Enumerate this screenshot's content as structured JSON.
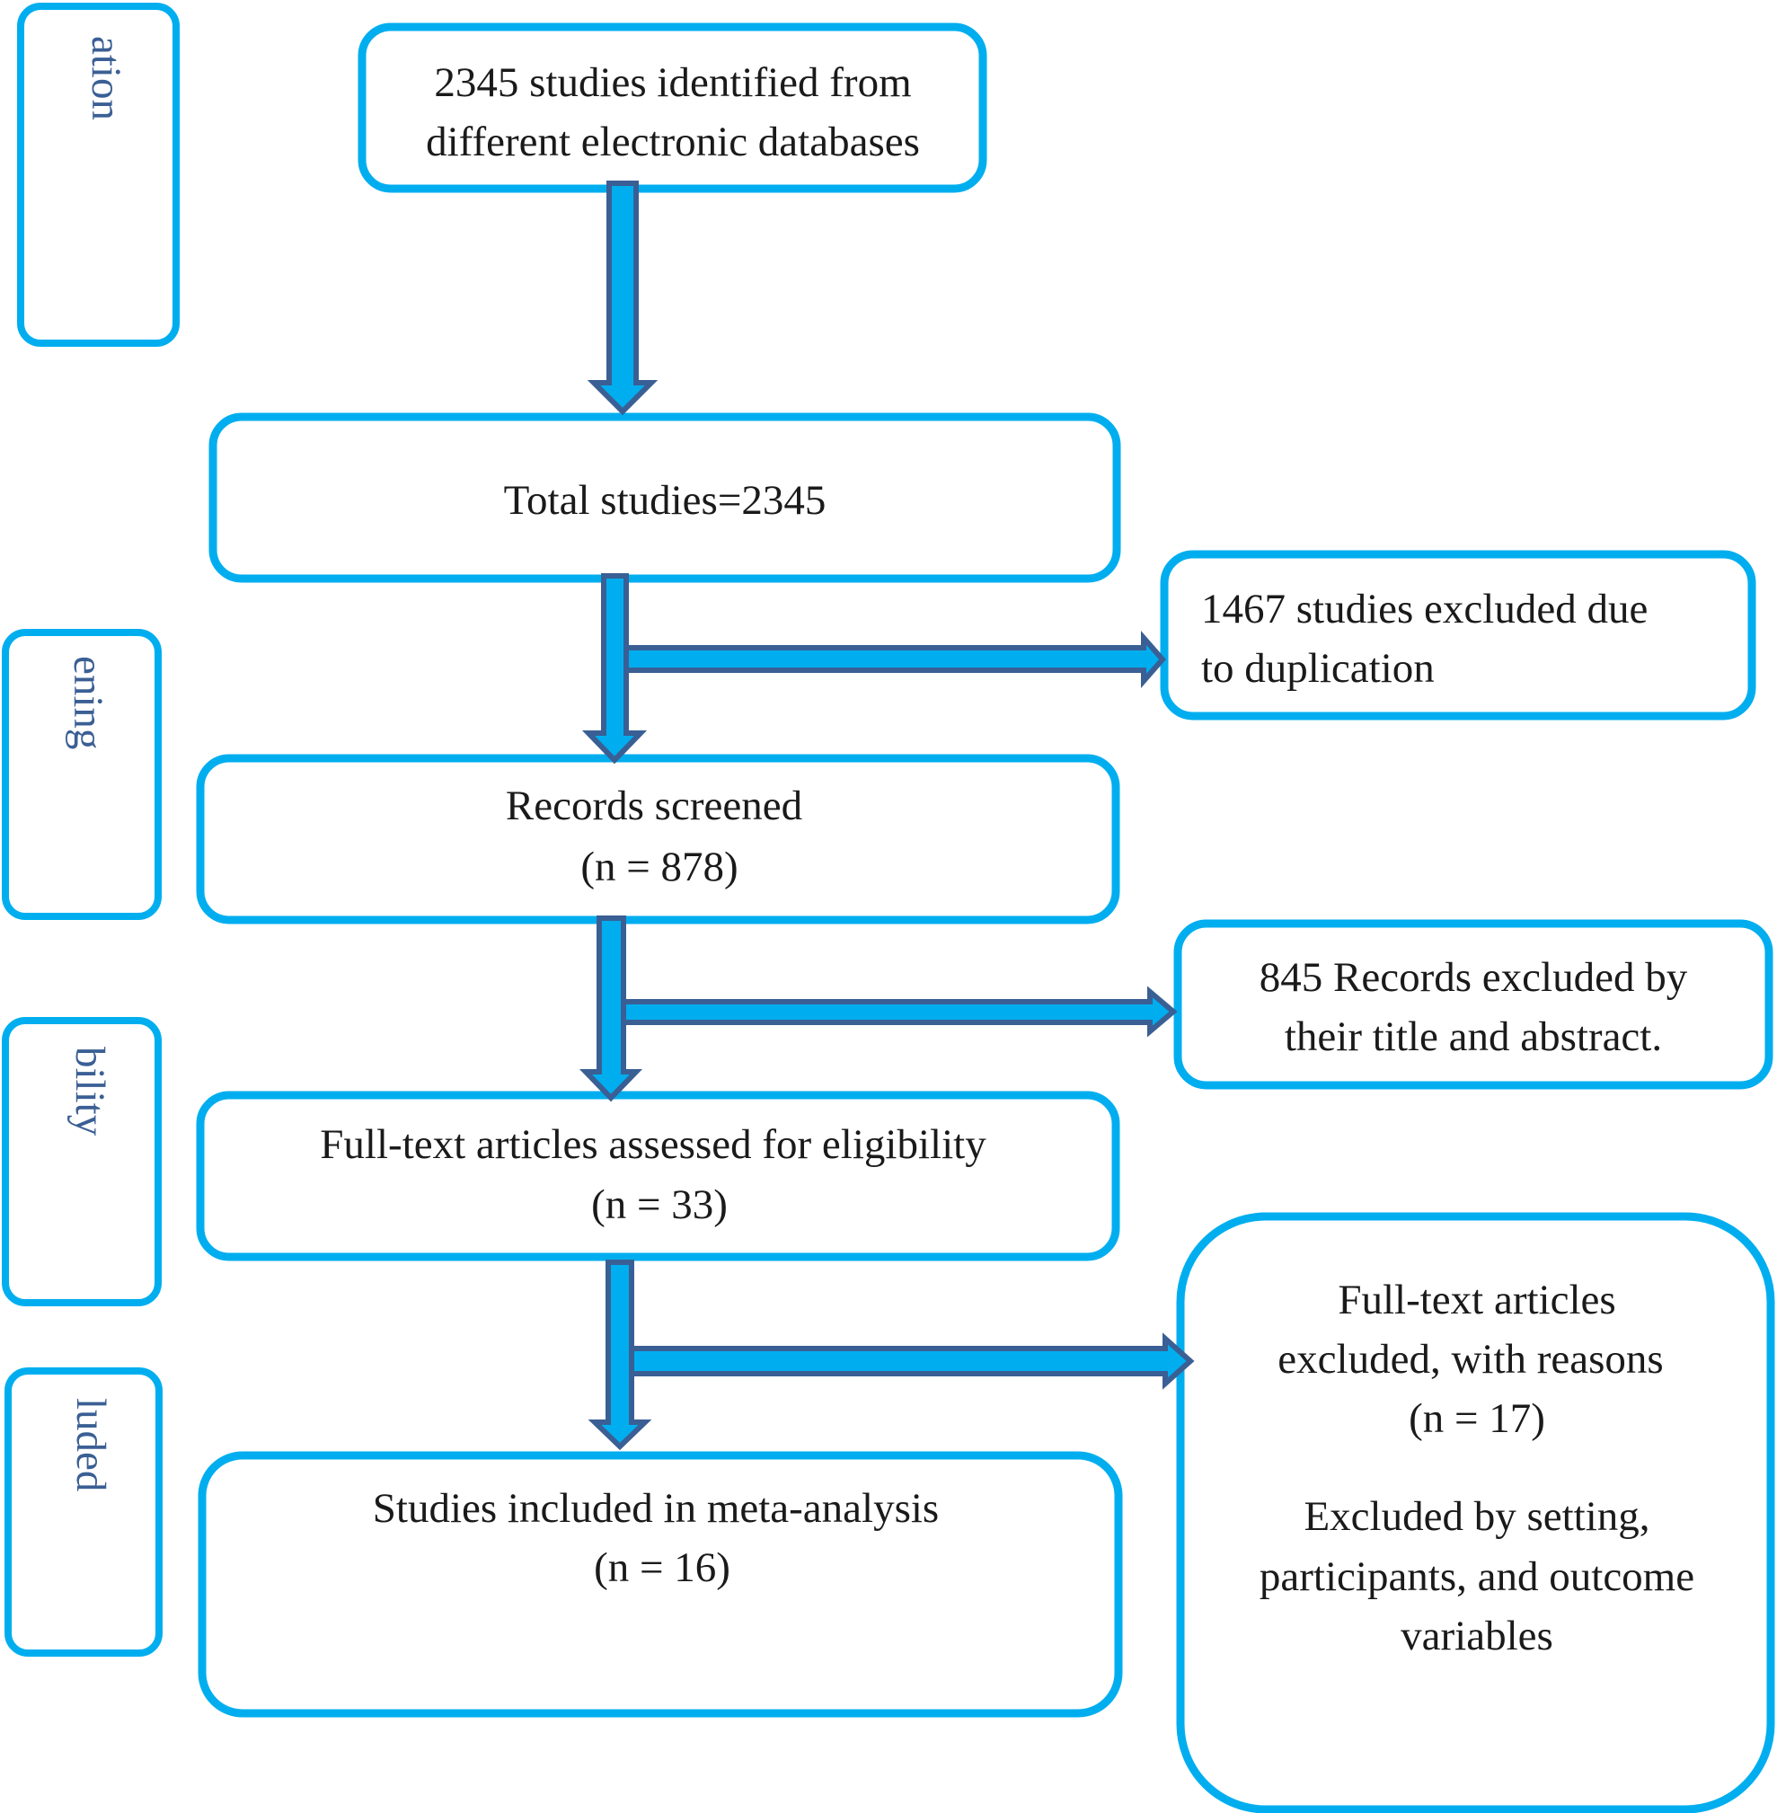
{
  "colors": {
    "box_border": "#00aeef",
    "arrow_fill": "#00aeef",
    "arrow_outline": "#3a5f94",
    "stage_text": "#3a5f94",
    "box_text": "#1a1a1a"
  },
  "stages": [
    {
      "label": "ation"
    },
    {
      "label": "ening"
    },
    {
      "label": "bility"
    },
    {
      "label": "luded"
    }
  ],
  "boxes": {
    "identified": {
      "lines": [
        "2345 studies identified from",
        "different electronic databases"
      ]
    },
    "total": {
      "lines": [
        "Total studies=2345"
      ]
    },
    "duplicates": {
      "lines": [
        "1467 studies excluded due",
        "to duplication"
      ]
    },
    "screened": {
      "lines": [
        "Records screened",
        "(n = 878)"
      ]
    },
    "excluded_title": {
      "lines": [
        "845 Records excluded by",
        "their title and abstract."
      ]
    },
    "eligibility": {
      "lines": [
        "Full-text articles assessed for eligibility",
        "(n = 33)"
      ]
    },
    "included": {
      "lines": [
        "Studies included in meta-analysis",
        "(n = 16)"
      ]
    },
    "excluded_fulltext": {
      "lines": [
        "Full-text articles",
        "excluded, with reasons",
        "(n = 17)",
        "Excluded by setting,",
        "participants, and outcome",
        "variables"
      ]
    }
  }
}
